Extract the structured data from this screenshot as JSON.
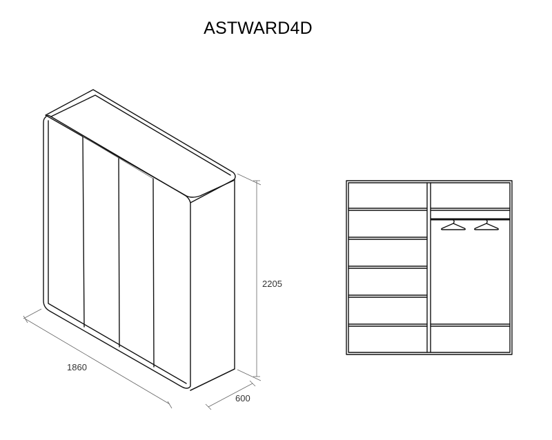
{
  "product": {
    "name": "ASTWARD4D"
  },
  "dimensions": {
    "width": "1860",
    "height": "2205",
    "depth": "600"
  },
  "interior": {
    "left_shelves": 6,
    "right_top_shelf": true,
    "hanging_rail": true,
    "hangers": 2,
    "right_bottom_drawer": true
  }
}
